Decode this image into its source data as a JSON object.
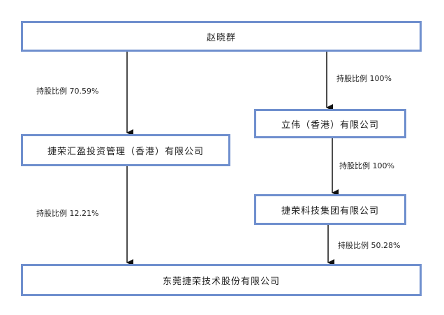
{
  "nodes": {
    "zhao": "赵晓群",
    "jierong_huiying": "捷荣汇盈投资管理（香港）有限公司",
    "liwei": "立伟（香港）有限公司",
    "jierong_tech_group": "捷荣科技集团有限公司",
    "dongguan_jierong": "东莞捷荣技术股份有限公司"
  },
  "edges": {
    "zhao_to_huiying": "持股比例 70.59%",
    "zhao_to_liwei": "持股比例 100%",
    "liwei_to_group": "持股比例 100%",
    "huiying_to_dongguan": "持股比例 12.21%",
    "group_to_dongguan": "持股比例 50.28%"
  }
}
